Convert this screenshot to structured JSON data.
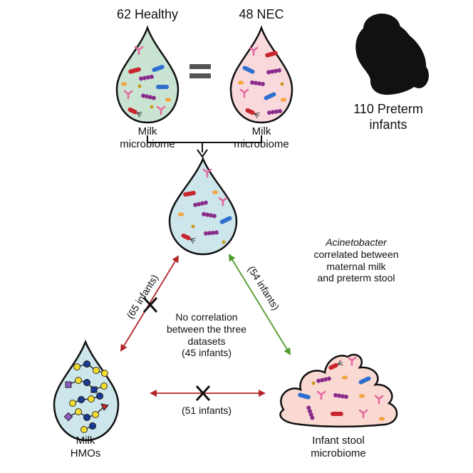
{
  "title_healthy": "62 Healthy",
  "title_nec": "48 NEC",
  "milk_healthy_label": [
    "Milk",
    "microbiome"
  ],
  "milk_nec_label": [
    "Milk",
    "microbiome"
  ],
  "preterm_label": [
    "110 Preterm",
    "infants"
  ],
  "acinetobacter_note": {
    "genus": "Acinetobacter",
    "lines": [
      "correlated between",
      "maternal milk",
      "and preterm stool"
    ]
  },
  "edge_left": "(65 infants)",
  "edge_right": "(54 infants)",
  "edge_bottom": "(51 infants)",
  "center_note": [
    "No correlation",
    "between the three",
    "datasets",
    "(45 infants)"
  ],
  "hmo_label": [
    "Milk",
    "HMOs"
  ],
  "stool_label": [
    "Infant stool",
    "microbiome"
  ],
  "colors": {
    "healthy_fill": "#c9e4d2",
    "nec_fill": "#f9d9dc",
    "combined_fill": "#cde6ec",
    "hmo_fill": "#cde6ec",
    "stool_fill": "#f9d9d2",
    "red_arrow": "#b3262a",
    "green_arrow": "#4f9a2a",
    "outline": "#111111"
  },
  "icons": [
    "milk-drop-icon",
    "fetus-silhouette-icon",
    "stool-icon",
    "bacteria-icon",
    "hmo-glycan-icon",
    "equals-icon",
    "cross-icon"
  ]
}
